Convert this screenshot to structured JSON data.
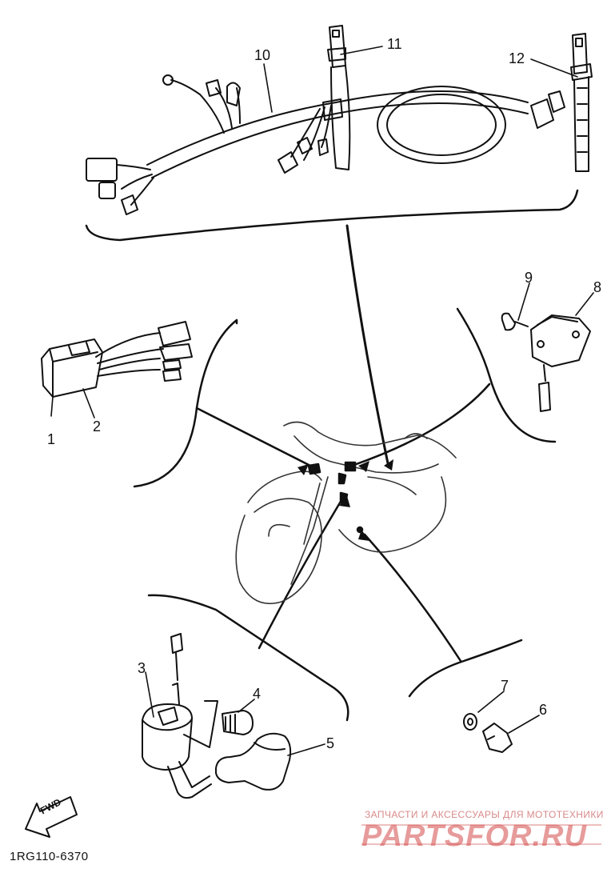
{
  "diagram": {
    "callouts": {
      "c1": "1",
      "c2": "2",
      "c3": "3",
      "c4": "4",
      "c5": "5",
      "c6": "6",
      "c7": "7",
      "c8": "8",
      "c9": "9",
      "c10": "10",
      "c11": "11",
      "c12": "12"
    },
    "fwd_label": "FWD",
    "doc_ref": "1RG110-6370"
  },
  "watermark": {
    "tagline": "ЗАПЧАСТИ И АКСЕССУАРЫ ДЛЯ МОТОТЕХНИКИ",
    "brand": "PARTSFOR.RU",
    "color": "#d44a4a"
  }
}
